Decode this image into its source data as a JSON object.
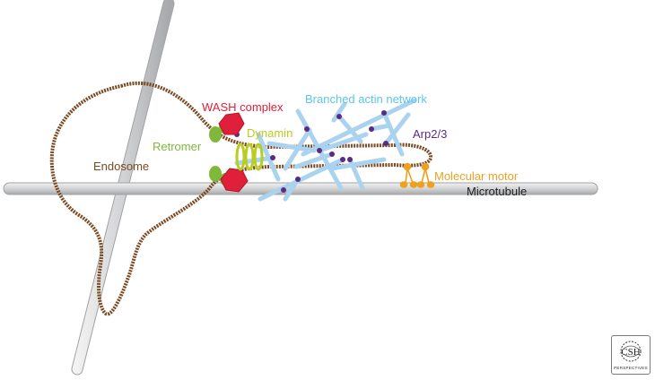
{
  "labels": {
    "endosome": "Endosome",
    "wash_complex": "WASH complex",
    "retromer": "Retromer",
    "dynamin": "Dynamin",
    "branched_actin": "Branched actin network",
    "arp23": "Arp2/3",
    "molecular_motor": "Molecular motor",
    "microtubule": "Microtubule"
  },
  "logo": {
    "text": "CSH",
    "subtext": "PERSPECTIVES"
  },
  "colors": {
    "endosome": "#7a4a22",
    "wash_complex": "#e0203a",
    "retromer": "#7fb83a",
    "dynamin": "#b8cc22",
    "actin": "#a9d3ee",
    "arp23": "#5c2a86",
    "molecular_motor": "#f0a020",
    "microtubule": "#d0d2d4"
  }
}
